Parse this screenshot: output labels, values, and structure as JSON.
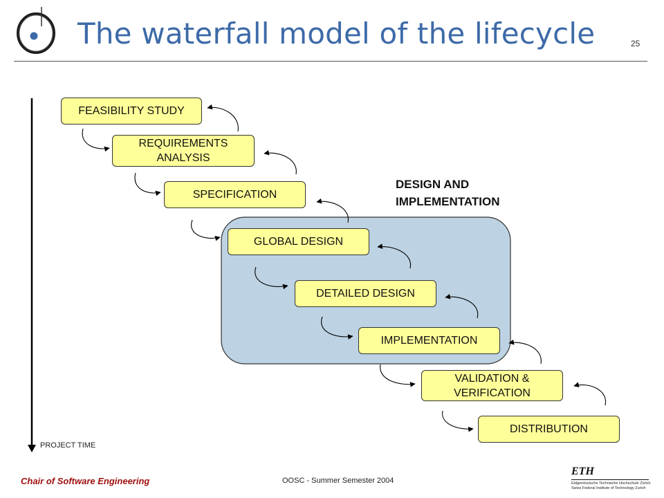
{
  "slide": {
    "title": "The waterfall model of the lifecycle",
    "number": "25"
  },
  "diagram": {
    "stages": [
      "FEASIBILITY STUDY",
      "REQUIREMENTS\nANALYSIS",
      "SPECIFICATION",
      "GLOBAL DESIGN",
      "DETAILED DESIGN",
      "IMPLEMENTATION",
      "VALIDATION &\nVERIFICATION",
      "DISTRIBUTION"
    ],
    "group_label": "DESIGN AND\nIMPLEMENTATION",
    "time_axis_label": "PROJECT TIME",
    "colors": {
      "stage_fill": "#ffff99",
      "group_fill": "#bdd3e3",
      "title": "#3d6aa8",
      "footer_left": "#a01010"
    }
  },
  "footer": {
    "left": "Chair of Software Engineering",
    "center": "OOSC - Summer Semester 2004",
    "institution_mark": "ETH",
    "institution_line1": "Eidgenössische Technische Hochschule Zürich",
    "institution_line2": "Swiss Federal Institute of Technology Zurich"
  }
}
